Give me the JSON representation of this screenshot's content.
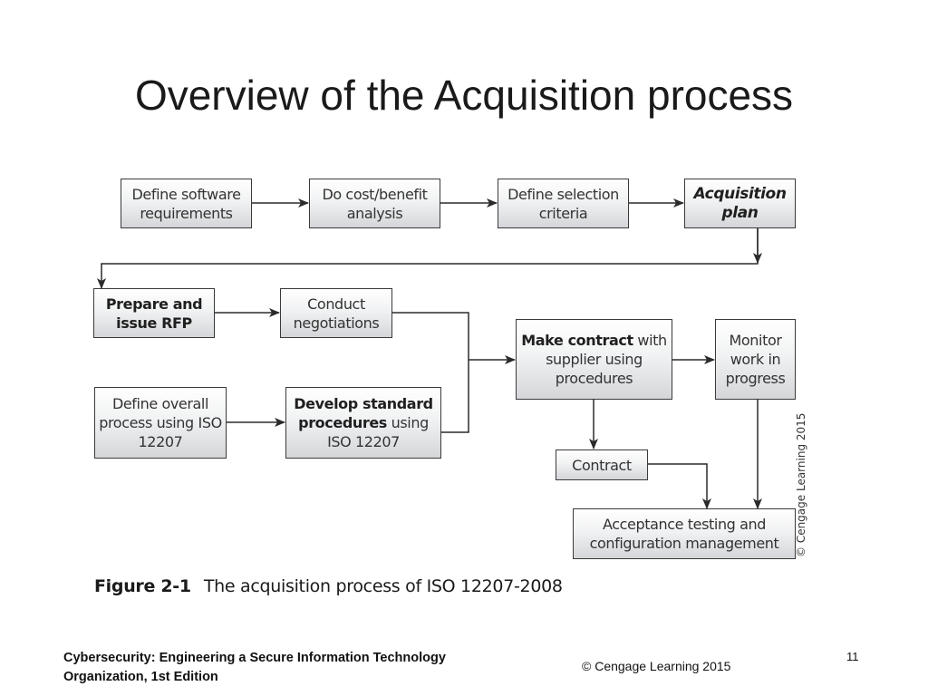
{
  "slide": {
    "title": "Overview of the Acquisition process",
    "caption_figure": "Figure 2-1",
    "caption_text": "The acquisition process of ISO 12207-2008",
    "vertical_copyright": "© Cengage Learning 2015",
    "footer_left_line1": "Cybersecurity: Engineering a Secure Information Technology",
    "footer_left_line2": "Organization, 1st Edition",
    "footer_center": "© Cengage Learning  2015",
    "page_number": "11"
  },
  "diagram": {
    "define_requirements": {
      "line1": "Define software",
      "line2": "requirements"
    },
    "cost_benefit": {
      "line1": "Do cost/benefit",
      "line2": "analysis"
    },
    "selection_criteria": {
      "line1": "Define selection",
      "line2": "criteria"
    },
    "acquisition_plan": {
      "line1": "Acquisition",
      "line2": "plan"
    },
    "prepare_rfp": {
      "line1": "Prepare and",
      "line2": "issue RFP"
    },
    "negotiations": {
      "line1": "Conduct",
      "line2": "negotiations"
    },
    "make_contract": {
      "bold": "Make contract",
      "rest1": " with",
      "line2": "supplier using",
      "line3": "procedures"
    },
    "monitor": {
      "line1": "Monitor",
      "line2": "work in",
      "line3": "progress"
    },
    "define_process": {
      "line1": "Define overall",
      "line2": "process using ISO",
      "line3": "12207"
    },
    "develop_procedures": {
      "line1": "Develop standard",
      "bold2": "procedures",
      "rest2": " using",
      "line3": "ISO 12207"
    },
    "contract": {
      "label": "Contract"
    },
    "acceptance": {
      "line1": "Acceptance testing and",
      "line2": "configuration management"
    }
  }
}
